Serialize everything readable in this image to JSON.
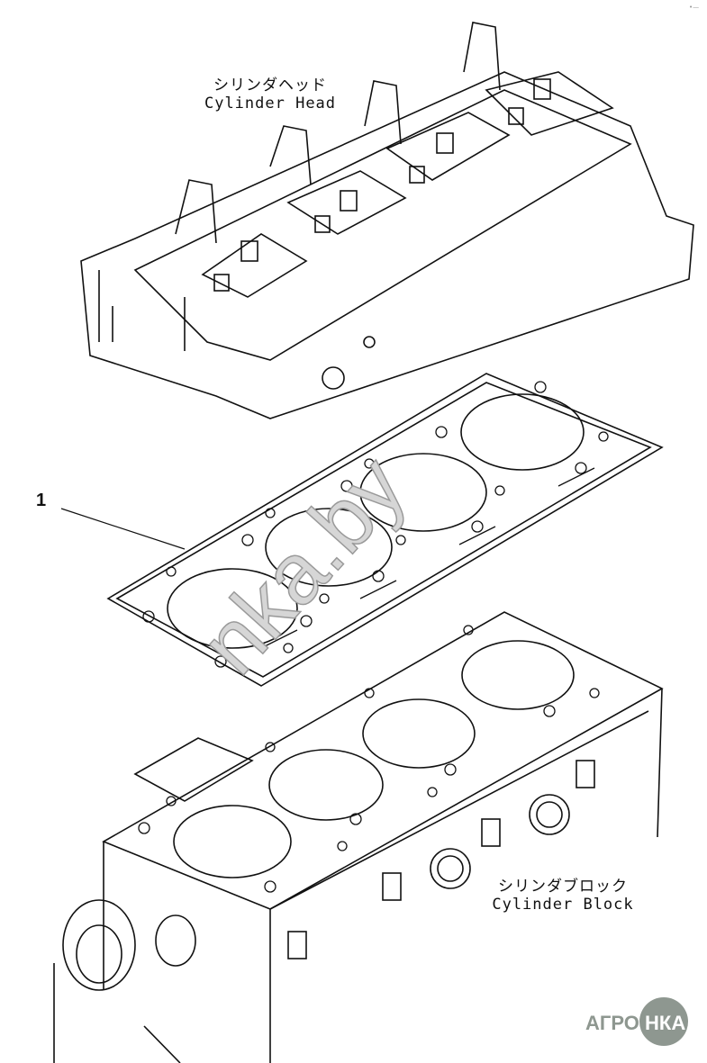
{
  "labels": {
    "head_jp": "シリンダヘッド",
    "head_en": "Cylinder Head",
    "block_jp": "シリンダブロック",
    "block_en": "Cylinder Block",
    "callout": "1"
  },
  "watermark": "nka.by",
  "logo": {
    "left": "АГРО",
    "right": "НКА",
    "color": "#8e9790"
  },
  "corner_mark": "•—"
}
